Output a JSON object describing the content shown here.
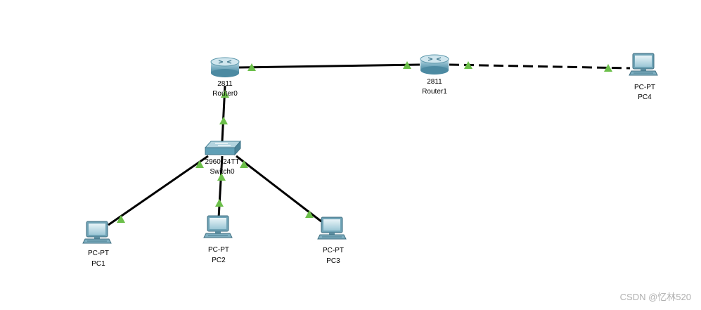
{
  "devices": {
    "router0": {
      "model": "2811",
      "name": "Router0"
    },
    "router1": {
      "model": "2811",
      "name": "Router1"
    },
    "switch0": {
      "model": "2960-24TT",
      "name": "Switch0"
    },
    "pc1": {
      "model": "PC-PT",
      "name": "PC1"
    },
    "pc2": {
      "model": "PC-PT",
      "name": "PC2"
    },
    "pc3": {
      "model": "PC-PT",
      "name": "PC3"
    },
    "pc4": {
      "model": "PC-PT",
      "name": "PC4"
    }
  },
  "links": [
    {
      "from": "router0",
      "to": "router1",
      "style": "solid"
    },
    {
      "from": "router1",
      "to": "pc4",
      "style": "dashed"
    },
    {
      "from": "router0",
      "to": "switch0",
      "style": "solid"
    },
    {
      "from": "switch0",
      "to": "pc1",
      "style": "solid"
    },
    {
      "from": "switch0",
      "to": "pc2",
      "style": "solid"
    },
    {
      "from": "switch0",
      "to": "pc3",
      "style": "solid"
    }
  ],
  "colors": {
    "link": "#000000",
    "port_up": "#6cbf4a",
    "device_body": "#5f9fb6"
  },
  "watermark": "CSDN @忆林520"
}
